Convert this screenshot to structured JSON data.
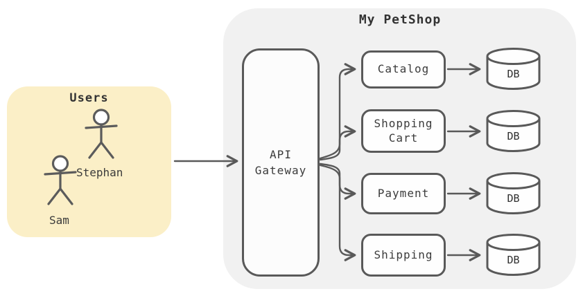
{
  "colors": {
    "stroke": "#595959",
    "text": "#3b3b3b",
    "users_fill": "#fbefc7",
    "container_fill": "#f1f1f1",
    "box_fill": "#fefefe"
  },
  "users_group": {
    "title": "Users",
    "actors": [
      "Stephan",
      "Sam"
    ]
  },
  "petshop": {
    "title": "My PetShop",
    "gateway_label": "API\nGateway",
    "services": [
      {
        "label": "Catalog",
        "db": "DB"
      },
      {
        "label": "Shopping\nCart",
        "db": "DB"
      },
      {
        "label": "Payment",
        "db": "DB"
      },
      {
        "label": "Shipping",
        "db": "DB"
      }
    ]
  }
}
